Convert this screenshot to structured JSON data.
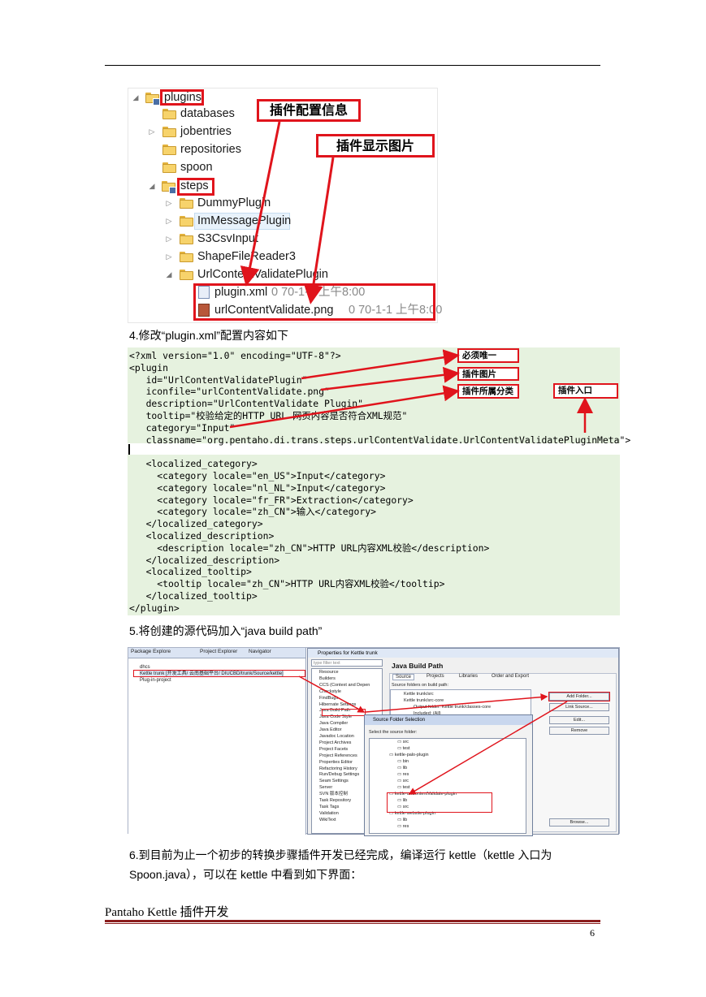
{
  "step4_caption": "4.修改“plugin.xml”配置内容如下",
  "step5_caption": "5.将创建的源代码加入“java build path”",
  "step6_text": "6.到目前为止一个初步的转换步骤插件开发已经完成，编译运行 kettle（kettle 入口为 Spoon.java），可以在 kettle 中看到如下界面：",
  "footer": {
    "title": "Pantaho Kettle 插件开发",
    "page": "6"
  },
  "figure1": {
    "tree": [
      {
        "label": "plugins"
      },
      {
        "label": "databases"
      },
      {
        "label": "jobentries"
      },
      {
        "label": "repositories"
      },
      {
        "label": "spoon"
      },
      {
        "label": "steps"
      },
      {
        "label": "DummyPlugin"
      },
      {
        "label": "ImMessagePlugin"
      },
      {
        "label": "S3CsvInput"
      },
      {
        "label": "ShapeFileReader3"
      },
      {
        "label": "UrlContentValidatePlugin"
      }
    ],
    "files": [
      {
        "name": "plugin.xml",
        "meta": "0  70-1-1 上午8:00"
      },
      {
        "name": "urlContentValidate.png",
        "meta": "0  70-1-1 上午8:00"
      }
    ],
    "callouts": [
      "插件配置信息",
      "插件显示图片"
    ]
  },
  "figure2": {
    "lines": [
      "<?xml version=\"1.0\" encoding=\"UTF-8\"?>",
      "<plugin",
      "   id=\"UrlContentValidatePlugin\"",
      "   iconfile=\"urlContentValidate.png\"",
      "   description=\"UrlContentValidate Plugin\"",
      "   tooltip=\"校验给定的HTTP URL 网页内容是否符合XML规范\"",
      "   category=\"Input\"",
      "   classname=\"org.pentaho.di.trans.steps.urlContentValidate.UrlContentValidatePluginMeta\">",
      "",
      "   <localized_category>",
      "     <category locale=\"en_US\">Input</category>",
      "     <category locale=\"nl_NL\">Input</category>",
      "     <category locale=\"fr_FR\">Extraction</category>",
      "     <category locale=\"zh_CN\">输入</category>",
      "   </localized_category>",
      "   <localized_description>",
      "     <description locale=\"zh_CN\">HTTP URL内容XML校验</description>",
      "   </localized_description>",
      "   <localized_tooltip>",
      "     <tooltip locale=\"zh_CN\">HTTP URL内容XML校验</tooltip>",
      "   </localized_tooltip>",
      "</plugin>"
    ],
    "notes": [
      "必须唯一",
      "插件图片",
      "插件所属分类",
      "插件入口"
    ]
  },
  "figure3": {
    "left_tabs": [
      "Package Explore",
      "Project Explorer",
      "Navigator"
    ],
    "left_items": [
      "dhcs",
      "Kettle trunk [开发工具/ 云南基础平台/ DIUCBD/trunk/Source/kettle]",
      "Plug-in-project"
    ],
    "dialog_title": "Properties for Kettle trunk",
    "filter_placeholder": "type filter text",
    "nav": [
      "Resource",
      "Builders",
      "CCS (Context and Depen",
      "Checkstyle",
      "FindBugs",
      "Hibernate Settings",
      "Java Build Path",
      "Java Code Style",
      "Java Compiler",
      "Java Editor",
      "Javadoc Location",
      "Project Archives",
      "Project Facets",
      "Project References",
      "Properties Editor",
      "Refactoring History",
      "Run/Debug Settings",
      "Seam Settings",
      "Server",
      "SVN 版本控制",
      "Task Repository",
      "Task Tags",
      "Validation",
      "WikiText"
    ],
    "heading": "Java Build Path",
    "tabs": [
      "Source",
      "Projects",
      "Libraries",
      "Order and Export"
    ],
    "src_label": "Source folders on build path:",
    "src_items": [
      "Kettle trunk/src",
      "Kettle trunk/src-core",
      "Output folder: Kettle trunk/classes-core",
      "Included: (All)"
    ],
    "buttons": [
      "Add Folder...",
      "Link Source...",
      "Edit...",
      "Remove",
      "Browse..."
    ],
    "sub_title": "Source Folder Selection",
    "sub_label": "Select the source folder:",
    "sub_items": [
      "src",
      "test",
      "kettle-palo-plugin",
      "bin",
      "lib",
      "res",
      "src",
      "test",
      "kettle-urlContentValidate-plugin",
      "lib",
      "src",
      "kettle-website-plugin",
      "lib",
      "res"
    ]
  }
}
